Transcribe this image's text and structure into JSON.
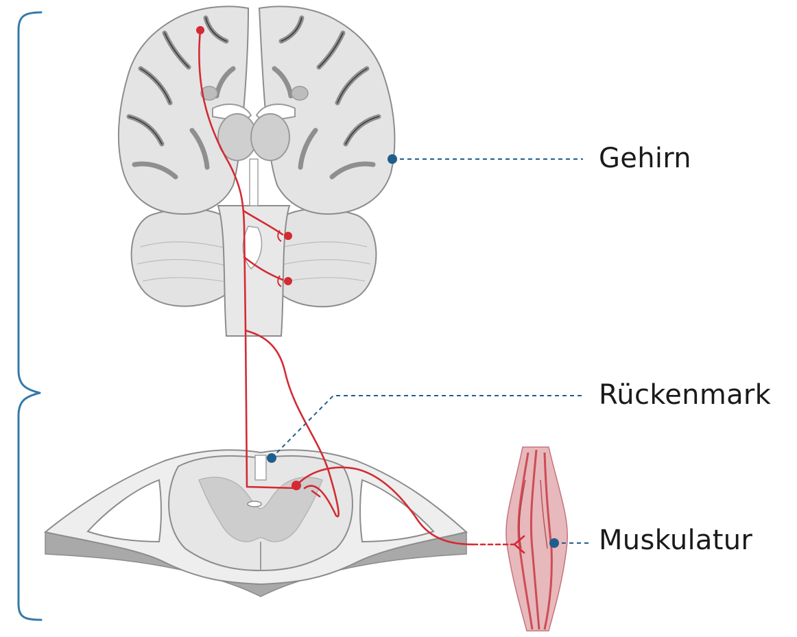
{
  "labels": {
    "brain": "Gehirn",
    "spinal_cord": "Rückenmark",
    "muscle": "Muskulatur"
  },
  "colors": {
    "nerve": "#d42a33",
    "pointer": "#1f5e8c",
    "bracket": "#3579a8",
    "tissue_light": "#ebebeb",
    "tissue_mid": "#d6d6d6",
    "tissue_dark": "#8c8c8c",
    "muscle": "#c93a44"
  }
}
